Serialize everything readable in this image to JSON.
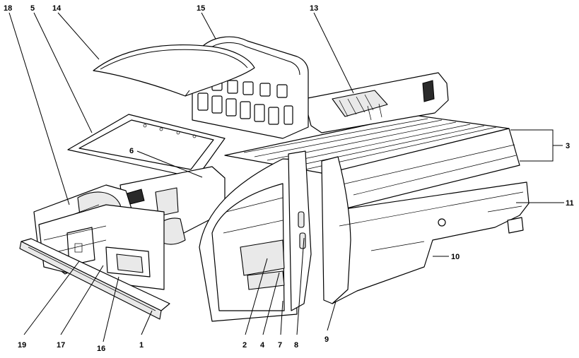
{
  "diagram": {
    "callouts": [
      {
        "id": "c18",
        "label": "18"
      },
      {
        "id": "c5",
        "label": "5"
      },
      {
        "id": "c14",
        "label": "14"
      },
      {
        "id": "c15",
        "label": "15"
      },
      {
        "id": "c13",
        "label": "13"
      },
      {
        "id": "c6",
        "label": "6"
      },
      {
        "id": "c3",
        "label": "3"
      },
      {
        "id": "c11",
        "label": "11"
      },
      {
        "id": "c10",
        "label": "10"
      },
      {
        "id": "c19",
        "label": "19"
      },
      {
        "id": "c17",
        "label": "17"
      },
      {
        "id": "c16",
        "label": "16"
      },
      {
        "id": "c1",
        "label": "1"
      },
      {
        "id": "c2",
        "label": "2"
      },
      {
        "id": "c4",
        "label": "4"
      },
      {
        "id": "c7",
        "label": "7"
      },
      {
        "id": "c8",
        "label": "8"
      },
      {
        "id": "c9",
        "label": "9"
      }
    ]
  }
}
